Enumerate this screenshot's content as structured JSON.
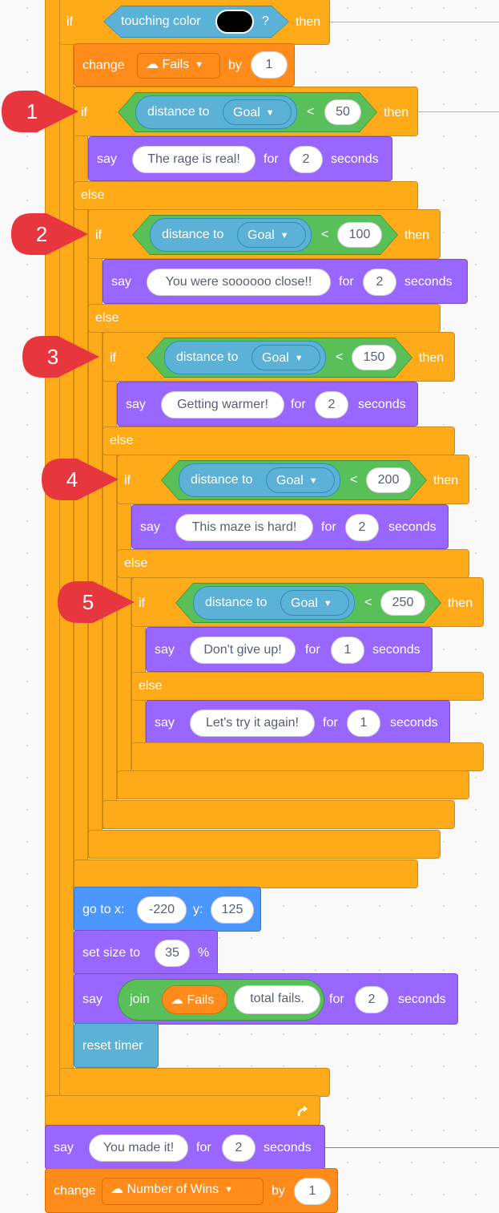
{
  "colors": {
    "control": "#FFAB19",
    "looks": "#9966FF",
    "variables": "#FF8C1A",
    "motion": "#4C97FF",
    "sensing": "#5CB1D6",
    "operators": "#59C059",
    "marker": "#E8363F"
  },
  "top_if": {
    "if": "if",
    "condition": "touching color",
    "qmark": "?",
    "then": "then",
    "swatch_color": "#000000"
  },
  "change_fails": {
    "label": "change",
    "variable": "Fails",
    "by": "by",
    "value": "1"
  },
  "nested_ifs": [
    {
      "marker": "1",
      "if": "if",
      "op": "distance to",
      "target": "Goal",
      "cmp": "<",
      "value": "50",
      "then": "then",
      "say": "say",
      "message": "The rage is real!",
      "for": "for",
      "secs": "2",
      "seconds": "seconds",
      "else": "else"
    },
    {
      "marker": "2",
      "if": "if",
      "op": "distance to",
      "target": "Goal",
      "cmp": "<",
      "value": "100",
      "then": "then",
      "say": "say",
      "message": "You were soooooo close!!",
      "for": "for",
      "secs": "2",
      "seconds": "seconds",
      "else": "else"
    },
    {
      "marker": "3",
      "if": "if",
      "op": "distance to",
      "target": "Goal",
      "cmp": "<",
      "value": "150",
      "then": "then",
      "say": "say",
      "message": "Getting warmer!",
      "for": "for",
      "secs": "2",
      "seconds": "seconds",
      "else": "else"
    },
    {
      "marker": "4",
      "if": "if",
      "op": "distance to",
      "target": "Goal",
      "cmp": "<",
      "value": "200",
      "then": "then",
      "say": "say",
      "message": "This maze is hard!",
      "for": "for",
      "secs": "2",
      "seconds": "seconds",
      "else": "else"
    },
    {
      "marker": "5",
      "if": "if",
      "op": "distance to",
      "target": "Goal",
      "cmp": "<",
      "value": "250",
      "then": "then",
      "say": "say",
      "message": "Don't give up!",
      "for": "for",
      "secs": "1",
      "seconds": "seconds",
      "else": "else"
    }
  ],
  "final_else_say": {
    "say": "say",
    "message": "Let's try it again!",
    "for": "for",
    "secs": "1",
    "seconds": "seconds"
  },
  "goto": {
    "label": "go to x:",
    "x": "-220",
    "ylabel": "y:",
    "y": "125"
  },
  "set_size": {
    "label": "set size to",
    "value": "35",
    "unit": "%"
  },
  "say_join": {
    "say": "say",
    "join": "join",
    "variable": "Fails",
    "text": "total fails.",
    "for": "for",
    "secs": "2",
    "seconds": "seconds"
  },
  "reset_timer": {
    "label": "reset timer"
  },
  "loop_arrow_icon": "loop-arrow-icon",
  "say_made_it": {
    "say": "say",
    "message": "You made it!",
    "for": "for",
    "secs": "2",
    "seconds": "seconds"
  },
  "change_wins": {
    "label": "change",
    "variable": "Number of Wins",
    "by": "by",
    "value": "1"
  }
}
